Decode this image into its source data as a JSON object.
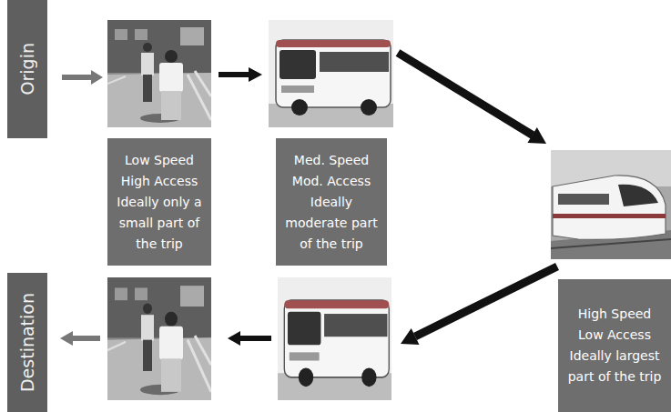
{
  "diagram": {
    "nodes": [
      {
        "text": [
          "Origin"
        ]
      },
      {
        "text": [
          "Low Speed",
          "High Access",
          "Ideally only a small part of the trip"
        ]
      },
      {
        "text": [
          "Med. Speed",
          "Mod. Access",
          "Ideally moderate part of the trip"
        ]
      },
      {
        "text": [
          "High Speed",
          "Low Access",
          "Ideally largest part of the trip"
        ]
      },
      {
        "text": [
          "Destination"
        ]
      }
    ]
  }
}
